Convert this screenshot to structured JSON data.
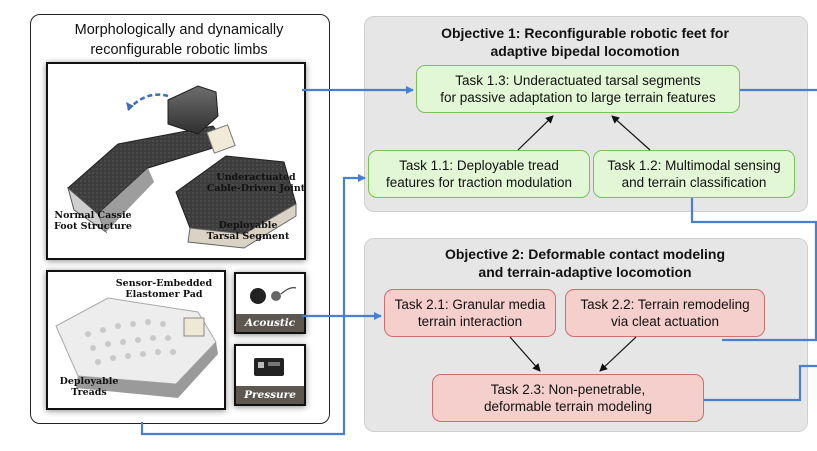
{
  "left_panel": {
    "title_line1": "Morphologically and dynamically",
    "title_line2": "reconfigurable robotic limbs",
    "top_photo_labels": {
      "joint_line1": "Underactuated",
      "joint_line2": "Cable-Driven Joint",
      "foot_line1": "Normal Cassie",
      "foot_line2": "Foot Structure",
      "tarsal_line1": "Deployable",
      "tarsal_line2": "Tarsal Segment"
    },
    "bottom_photo_labels": {
      "pad_line1": "Sensor-Embedded",
      "pad_line2": "Elastomer Pad",
      "treads_line1": "Deployable",
      "treads_line2": "Treads"
    },
    "sensors": {
      "acoustic": "Acoustic",
      "pressure": "Pressure"
    }
  },
  "objective1": {
    "title_line1": "Objective 1: Reconfigurable robotic feet for",
    "title_line2": "adaptive bipedal locomotion",
    "task_1_3_line1": "Task 1.3: Underactuated tarsal segments",
    "task_1_3_line2": "for passive adaptation to large terrain features",
    "task_1_1_line1": "Task 1.1: Deployable tread",
    "task_1_1_line2": "features for traction modulation",
    "task_1_2_line1": "Task 1.2: Multimodal sensing",
    "task_1_2_line2": "and terrain classification"
  },
  "objective2": {
    "title_line1": "Objective 2: Deformable contact modeling",
    "title_line2": "and terrain-adaptive locomotion",
    "task_2_1_line1": "Task 2.1: Granular media",
    "task_2_1_line2": "terrain interaction",
    "task_2_2_line1": "Task 2.2: Terrain remodeling",
    "task_2_2_line2": "via cleat actuation",
    "task_2_3_line1": "Task 2.3: Non-penetrable,",
    "task_2_3_line2": "deformable terrain modeling"
  },
  "colors": {
    "connector_blue": "#4a7fd0",
    "green_fill": "#e2f7d6",
    "green_border": "#76c35a",
    "red_fill": "#f4cfcb",
    "red_border": "#cf6f6a",
    "objective_fill": "#e6e6e6"
  }
}
